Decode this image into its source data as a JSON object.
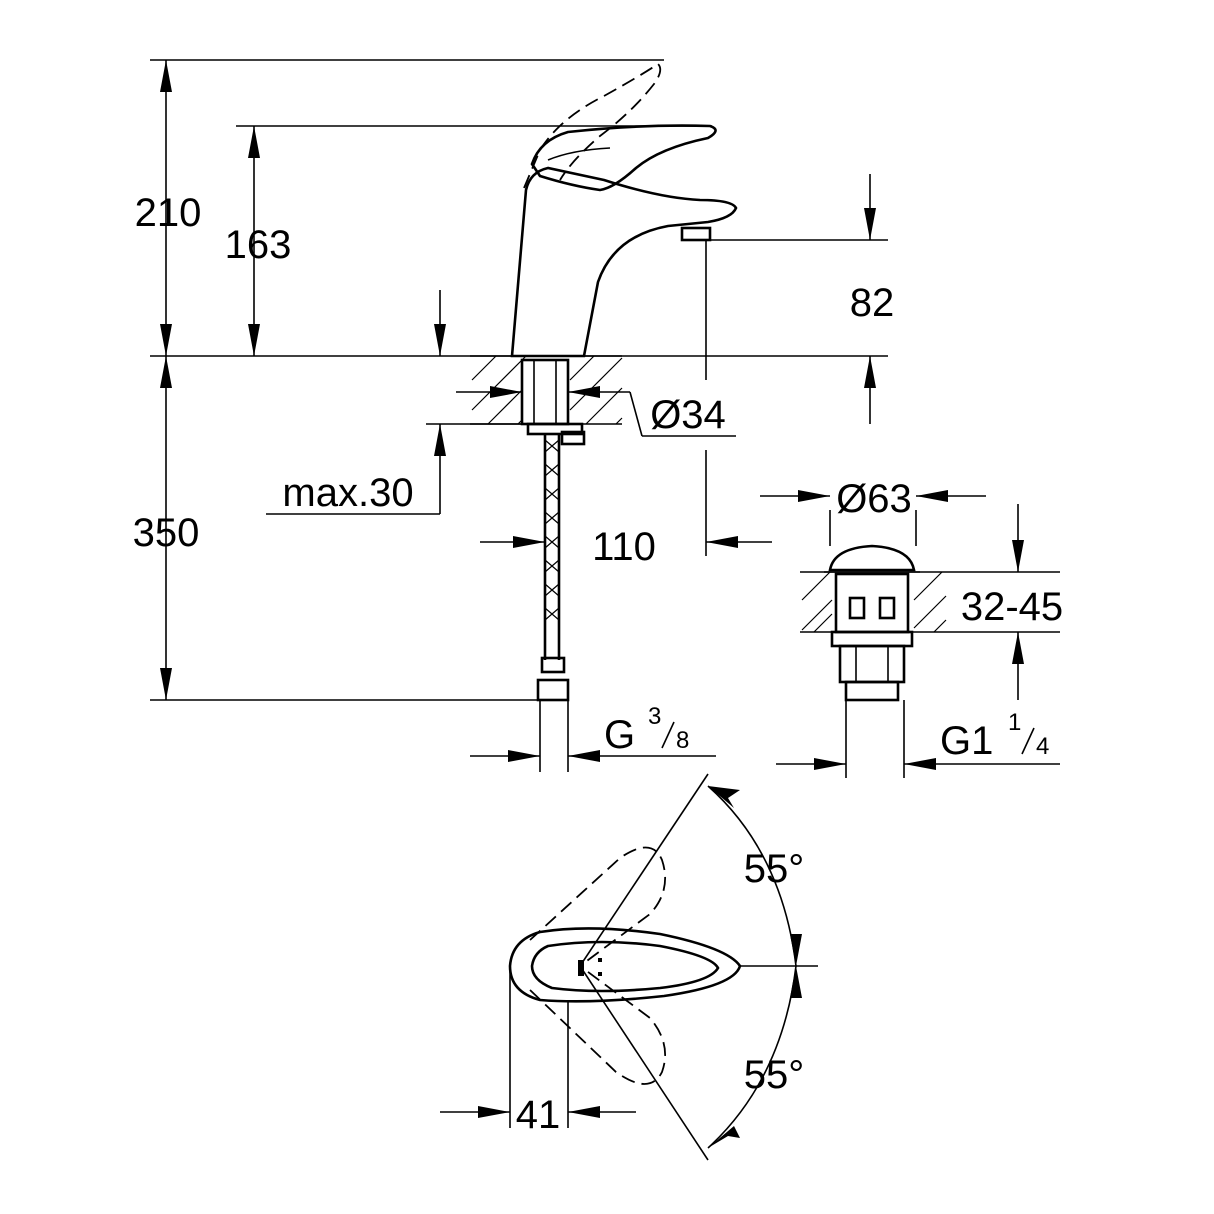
{
  "drawing": {
    "front_view": {
      "height_lever_raised": "210",
      "height_lever": "163",
      "spout_height": "82",
      "total_below": "350",
      "max_thickness": "max.30",
      "hole_diameter": "Ø34",
      "spout_projection": "110",
      "hose_thread_main": "G",
      "hose_thread_num": "3",
      "hose_thread_den": "8"
    },
    "waste_view": {
      "diameter": "Ø63",
      "thickness_range": "32-45",
      "thread_main": "G1",
      "thread_num": "1",
      "thread_den": "4"
    },
    "top_view": {
      "angle_upper": "55°",
      "angle_lower": "55°",
      "body_width": "41"
    }
  }
}
